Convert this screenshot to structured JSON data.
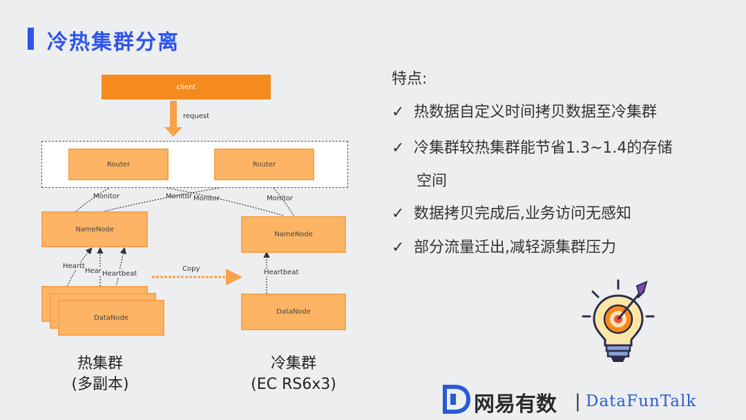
{
  "title": "冷热集群分离",
  "diagram": {
    "client": "client",
    "request": "request",
    "router_left": "Router",
    "router_right": "Router",
    "monitor_1": "Monitor",
    "monitor_2": "Monitor",
    "monitor_3": "Monitor",
    "monitor_4": "Monitor",
    "namenode_hot": "NameNode",
    "namenode_cold": "NameNode",
    "heartbeat_1": "Heartt",
    "heartbeat_2": "Hear",
    "heartbeat_3": "Heartbeat",
    "heartbeat_cold": "Heartbeat",
    "copy": "Copy",
    "datanode_hot": "DataNode",
    "datanode_cold": "DataNode",
    "hot_cluster_label": "热集群",
    "hot_cluster_sub": "(多副本)",
    "cold_cluster_label": "冷集群",
    "cold_cluster_sub": "(EC RS6x3)"
  },
  "features": {
    "title": "特点:",
    "items": [
      "热数据自定义时间拷贝数据至冷集群",
      "冷集群较热集群能节省1.3~1.4的存储",
      "数据拷贝完成后,业务访问无感知",
      "部分流量迁出,减轻源集群压力"
    ],
    "item2_continuation": "空间",
    "check_mark": "✓"
  },
  "logo": {
    "cn": "网易有数",
    "separator": "|",
    "en": "DataFunTalk"
  },
  "colors": {
    "accent": "#2f54eb",
    "box_fill": "#fdb565",
    "client_fill": "#f58a1f",
    "arrow": "#f7a24a"
  },
  "icons": [
    "lightbulb-target-icon",
    "datafun-logo-icon"
  ]
}
